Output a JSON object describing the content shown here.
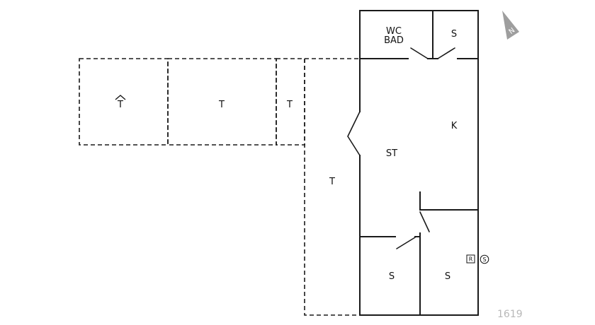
{
  "rooms": {
    "wc_bad_line1": "WC",
    "wc_bad_line2": "BAD",
    "storage_top": "S",
    "kitchen": "K",
    "living": "ST",
    "storage_bottom_left": "S",
    "storage_bottom_right": "S"
  },
  "terraces": {
    "covered": "T",
    "middle": "T",
    "narrow": "T",
    "side": "T"
  },
  "symbols": {
    "r_box": "R",
    "s_circle": "S",
    "north": "N"
  },
  "reference_number": "1619",
  "colors": {
    "walls": "#1a1a1a",
    "compass": "#9e9e9e",
    "reference": "#b8b8b8"
  }
}
